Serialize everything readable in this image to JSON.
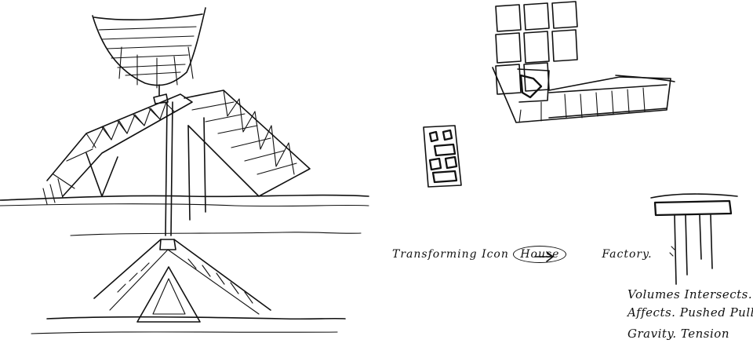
{
  "notes": {
    "transform_before": "Transforming Icon",
    "transform_circled": "House",
    "transform_after": "Factory.",
    "volumes": "Volumes Intersects.",
    "affects": "Affects. Pushed Pull.",
    "gravity": "Gravity. Tension"
  },
  "icons": {
    "arrow": "right-arrow-icon"
  }
}
